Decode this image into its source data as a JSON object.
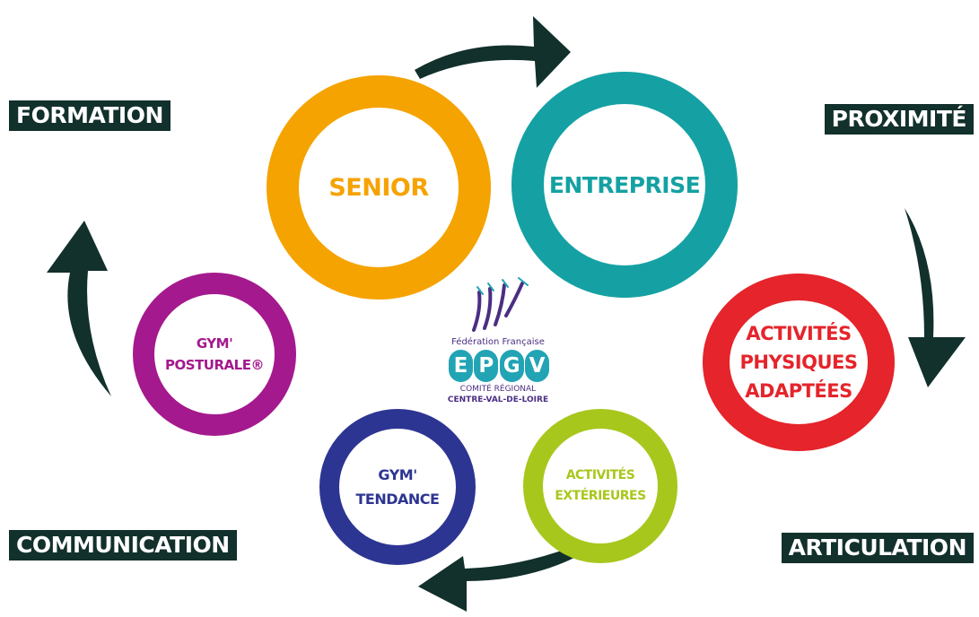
{
  "corner_labels": {
    "formation": "FORMATION",
    "proximite": "PROXIMITÉ",
    "communication": "COMMUNICATION",
    "articulation": "ARTICULATION"
  },
  "rings": {
    "senior": "SENIOR",
    "entreprise": "ENTREPRISE",
    "apa": "ACTIVITÉS\nPHYSIQUES\nADAPTÉES",
    "posturale": "GYM'\nPOSTURALE®",
    "tendance": "GYM'\nTENDANCE",
    "exterieures": "ACTIVITÉS\nEXTÉRIEURES"
  },
  "logo": {
    "federation": "Fédération Française",
    "letters": [
      "E",
      "P",
      "G",
      "V"
    ],
    "comite": "COMITÉ RÉGIONAL",
    "region": "CENTRE-VAL-DE-LOIRE"
  },
  "colors": {
    "label_bg": "#12302c",
    "arrow": "#12302c",
    "senior": "#f5a300",
    "entreprise": "#15a1a3",
    "apa": "#e5242b",
    "posturale": "#a4198d",
    "tendance": "#2d3592",
    "exterieures": "#a8c71d",
    "logo_teal": "#22a4b5",
    "logo_purple": "#4b2e83"
  },
  "icons": [
    "cycle-arrow-icon",
    "gymnast-figures-icon"
  ]
}
